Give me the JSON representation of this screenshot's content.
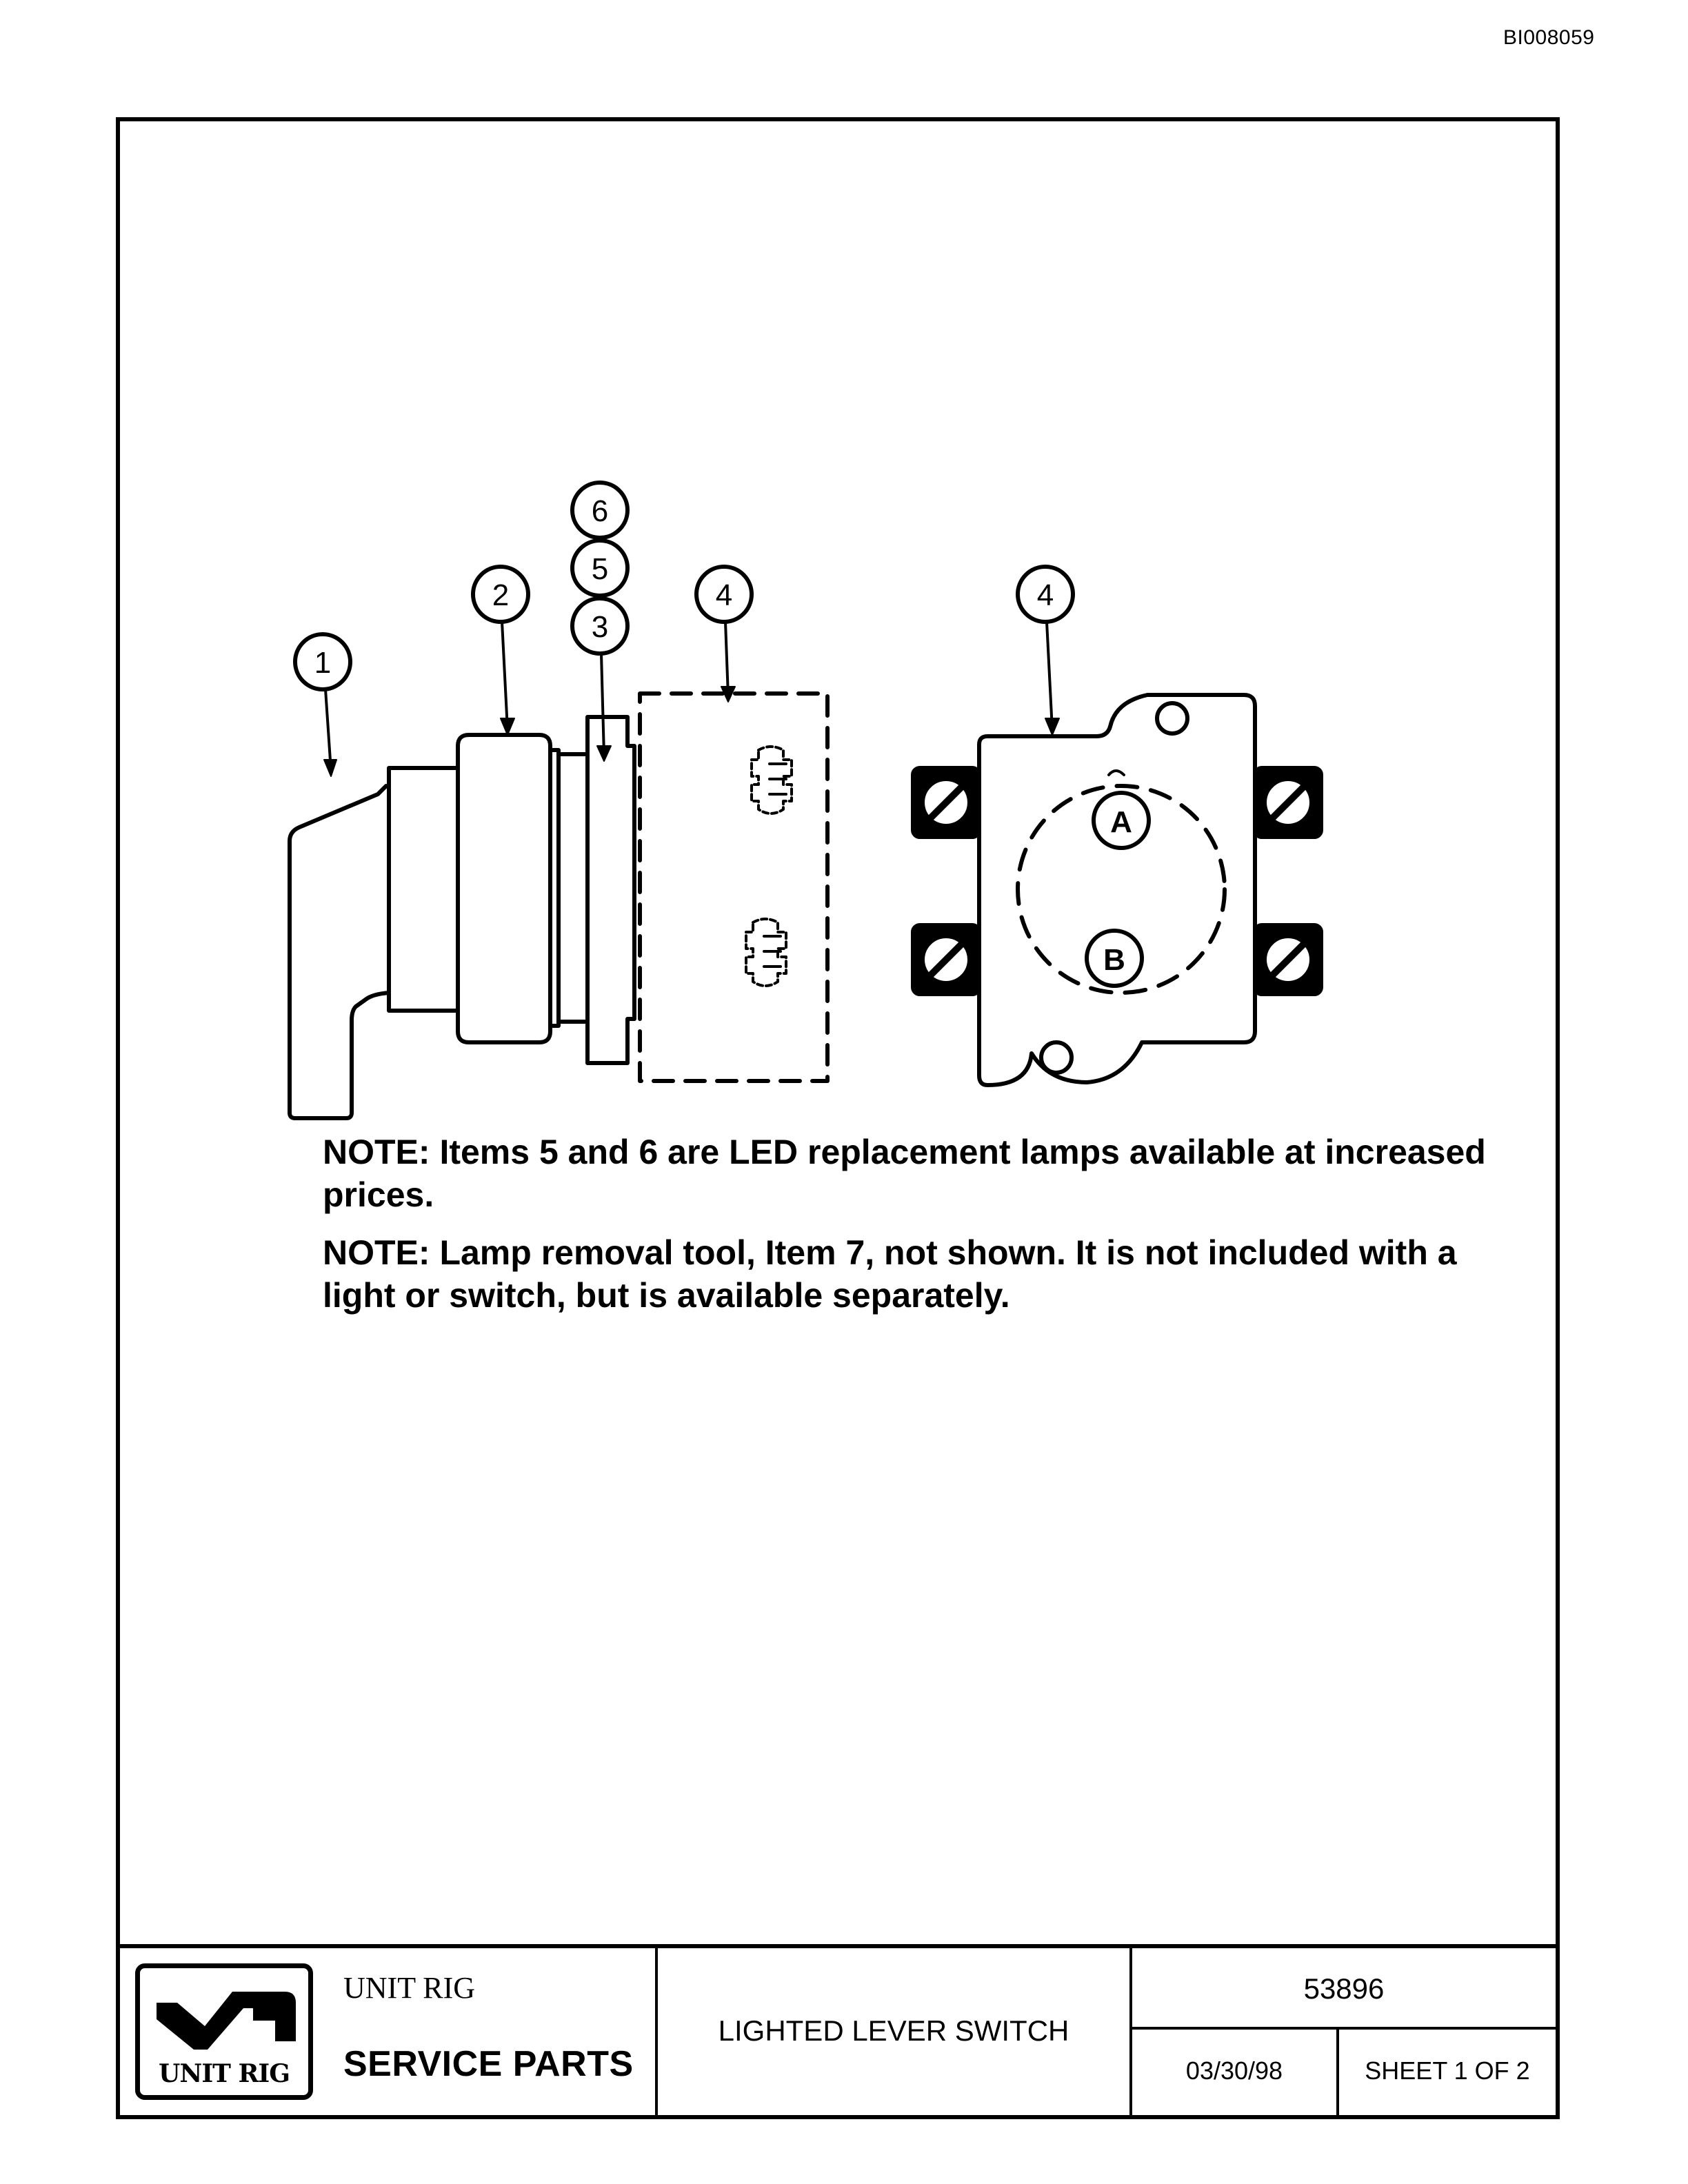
{
  "doc_id": "BI008059",
  "callouts": {
    "c1": "1",
    "c2": "2",
    "c3": "3",
    "c5": "5",
    "c6": "6",
    "c4a": "4",
    "c4b": "4",
    "terminal_a": "A",
    "terminal_b": "B"
  },
  "notes": [
    {
      "label": "NOTE:",
      "text": "Items 5 and 6 are LED replacement lamps available at increased prices."
    },
    {
      "label": "NOTE:",
      "text": "Lamp removal tool, Item 7, not shown. It is not included with a light or switch, but is available separately."
    }
  ],
  "title_block": {
    "logo_text": "UNIT RIG",
    "company_small": "UNIT RIG",
    "company_big": "SERVICE PARTS",
    "title": "LIGHTED LEVER SWITCH",
    "part_number": "53896",
    "date": "03/30/98",
    "sheet": "SHEET 1 OF 2"
  }
}
